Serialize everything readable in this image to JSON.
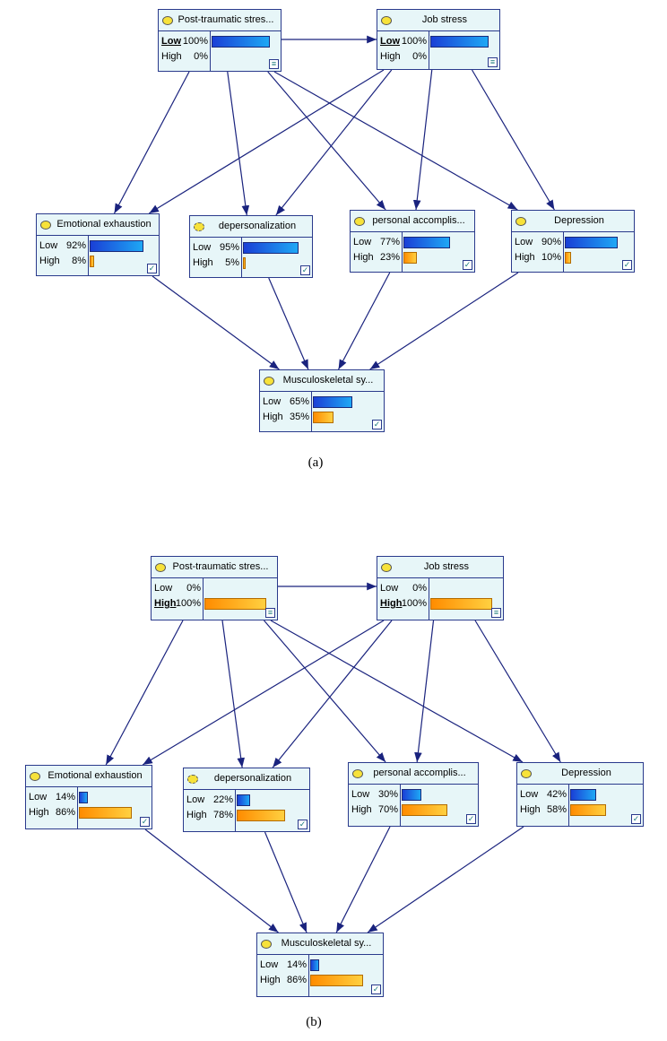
{
  "panels": [
    {
      "caption": "(a)",
      "nodes": [
        {
          "key": "pts",
          "title": "Post-traumatic stres...",
          "bulb": "solid",
          "low_label": "Low",
          "high_label": "High",
          "low_pct": "100%",
          "high_pct": "0%",
          "low": 100,
          "high": 0,
          "evidence": "low",
          "icon": "sort-icon"
        },
        {
          "key": "js",
          "title": "Job stress",
          "bulb": "solid",
          "low_label": "Low",
          "high_label": "High",
          "low_pct": "100%",
          "high_pct": "0%",
          "low": 100,
          "high": 0,
          "evidence": "low",
          "icon": "sort-icon"
        },
        {
          "key": "ee",
          "title": "Emotional exhaustion",
          "bulb": "solid",
          "low_label": "Low",
          "high_label": "High",
          "low_pct": "92%",
          "high_pct": "8%",
          "low": 92,
          "high": 8,
          "evidence": "",
          "icon": "check-icon"
        },
        {
          "key": "dp",
          "title": "depersonalization",
          "bulb": "dashed",
          "low_label": "Low",
          "high_label": "High",
          "low_pct": "95%",
          "high_pct": "5%",
          "low": 95,
          "high": 5,
          "evidence": "",
          "icon": "check-icon"
        },
        {
          "key": "pa",
          "title": "personal accomplis...",
          "bulb": "solid",
          "low_label": "Low",
          "high_label": "High",
          "low_pct": "77%",
          "high_pct": "23%",
          "low": 77,
          "high": 23,
          "evidence": "",
          "icon": "check-icon"
        },
        {
          "key": "de",
          "title": "Depression",
          "bulb": "solid",
          "low_label": "Low",
          "high_label": "High",
          "low_pct": "90%",
          "high_pct": "10%",
          "low": 90,
          "high": 10,
          "evidence": "",
          "icon": "check-icon"
        },
        {
          "key": "ms",
          "title": "Musculoskeletal sy...",
          "bulb": "solid",
          "low_label": "Low",
          "high_label": "High",
          "low_pct": "65%",
          "high_pct": "35%",
          "low": 65,
          "high": 35,
          "evidence": "",
          "icon": "check-icon"
        }
      ]
    },
    {
      "caption": "(b)",
      "nodes": [
        {
          "key": "pts",
          "title": "Post-traumatic stres...",
          "bulb": "solid",
          "low_label": "Low",
          "high_label": "High",
          "low_pct": "0%",
          "high_pct": "100%",
          "low": 0,
          "high": 100,
          "evidence": "high",
          "icon": "sort-icon"
        },
        {
          "key": "js",
          "title": "Job stress",
          "bulb": "solid",
          "low_label": "Low",
          "high_label": "High",
          "low_pct": "0%",
          "high_pct": "100%",
          "low": 0,
          "high": 100,
          "evidence": "high",
          "icon": "sort-icon"
        },
        {
          "key": "ee",
          "title": "Emotional exhaustion",
          "bulb": "solid",
          "low_label": "Low",
          "high_label": "High",
          "low_pct": "14%",
          "high_pct": "86%",
          "low": 14,
          "high": 86,
          "evidence": "",
          "icon": "check-icon"
        },
        {
          "key": "dp",
          "title": "depersonalization",
          "bulb": "dashed",
          "low_label": "Low",
          "high_label": "High",
          "low_pct": "22%",
          "high_pct": "78%",
          "low": 22,
          "high": 78,
          "evidence": "",
          "icon": "check-icon"
        },
        {
          "key": "pa",
          "title": "personal accomplis...",
          "bulb": "solid",
          "low_label": "Low",
          "high_label": "High",
          "low_pct": "30%",
          "high_pct": "70%",
          "low": 30,
          "high": 70,
          "evidence": "",
          "icon": "check-icon"
        },
        {
          "key": "de",
          "title": "Depression",
          "bulb": "solid",
          "low_label": "Low",
          "high_label": "High",
          "low_pct": "42%",
          "high_pct": "58%",
          "low": 42,
          "high": 58,
          "evidence": "",
          "icon": "check-icon"
        },
        {
          "key": "ms",
          "title": "Musculoskeletal sy...",
          "bulb": "solid",
          "low_label": "Low",
          "high_label": "High",
          "low_pct": "14%",
          "high_pct": "86%",
          "low": 14,
          "high": 86,
          "evidence": "",
          "icon": "check-icon"
        }
      ]
    }
  ],
  "edges": [
    [
      "pts",
      "js"
    ],
    [
      "pts",
      "ee"
    ],
    [
      "pts",
      "dp"
    ],
    [
      "pts",
      "pa"
    ],
    [
      "pts",
      "de"
    ],
    [
      "js",
      "ee"
    ],
    [
      "js",
      "dp"
    ],
    [
      "js",
      "pa"
    ],
    [
      "js",
      "de"
    ],
    [
      "ee",
      "ms"
    ],
    [
      "dp",
      "ms"
    ],
    [
      "pa",
      "ms"
    ],
    [
      "de",
      "ms"
    ]
  ],
  "colors": {
    "edge": "#1a237e",
    "border": "#2a3a8c",
    "node_bg": "#e7f6f8"
  }
}
